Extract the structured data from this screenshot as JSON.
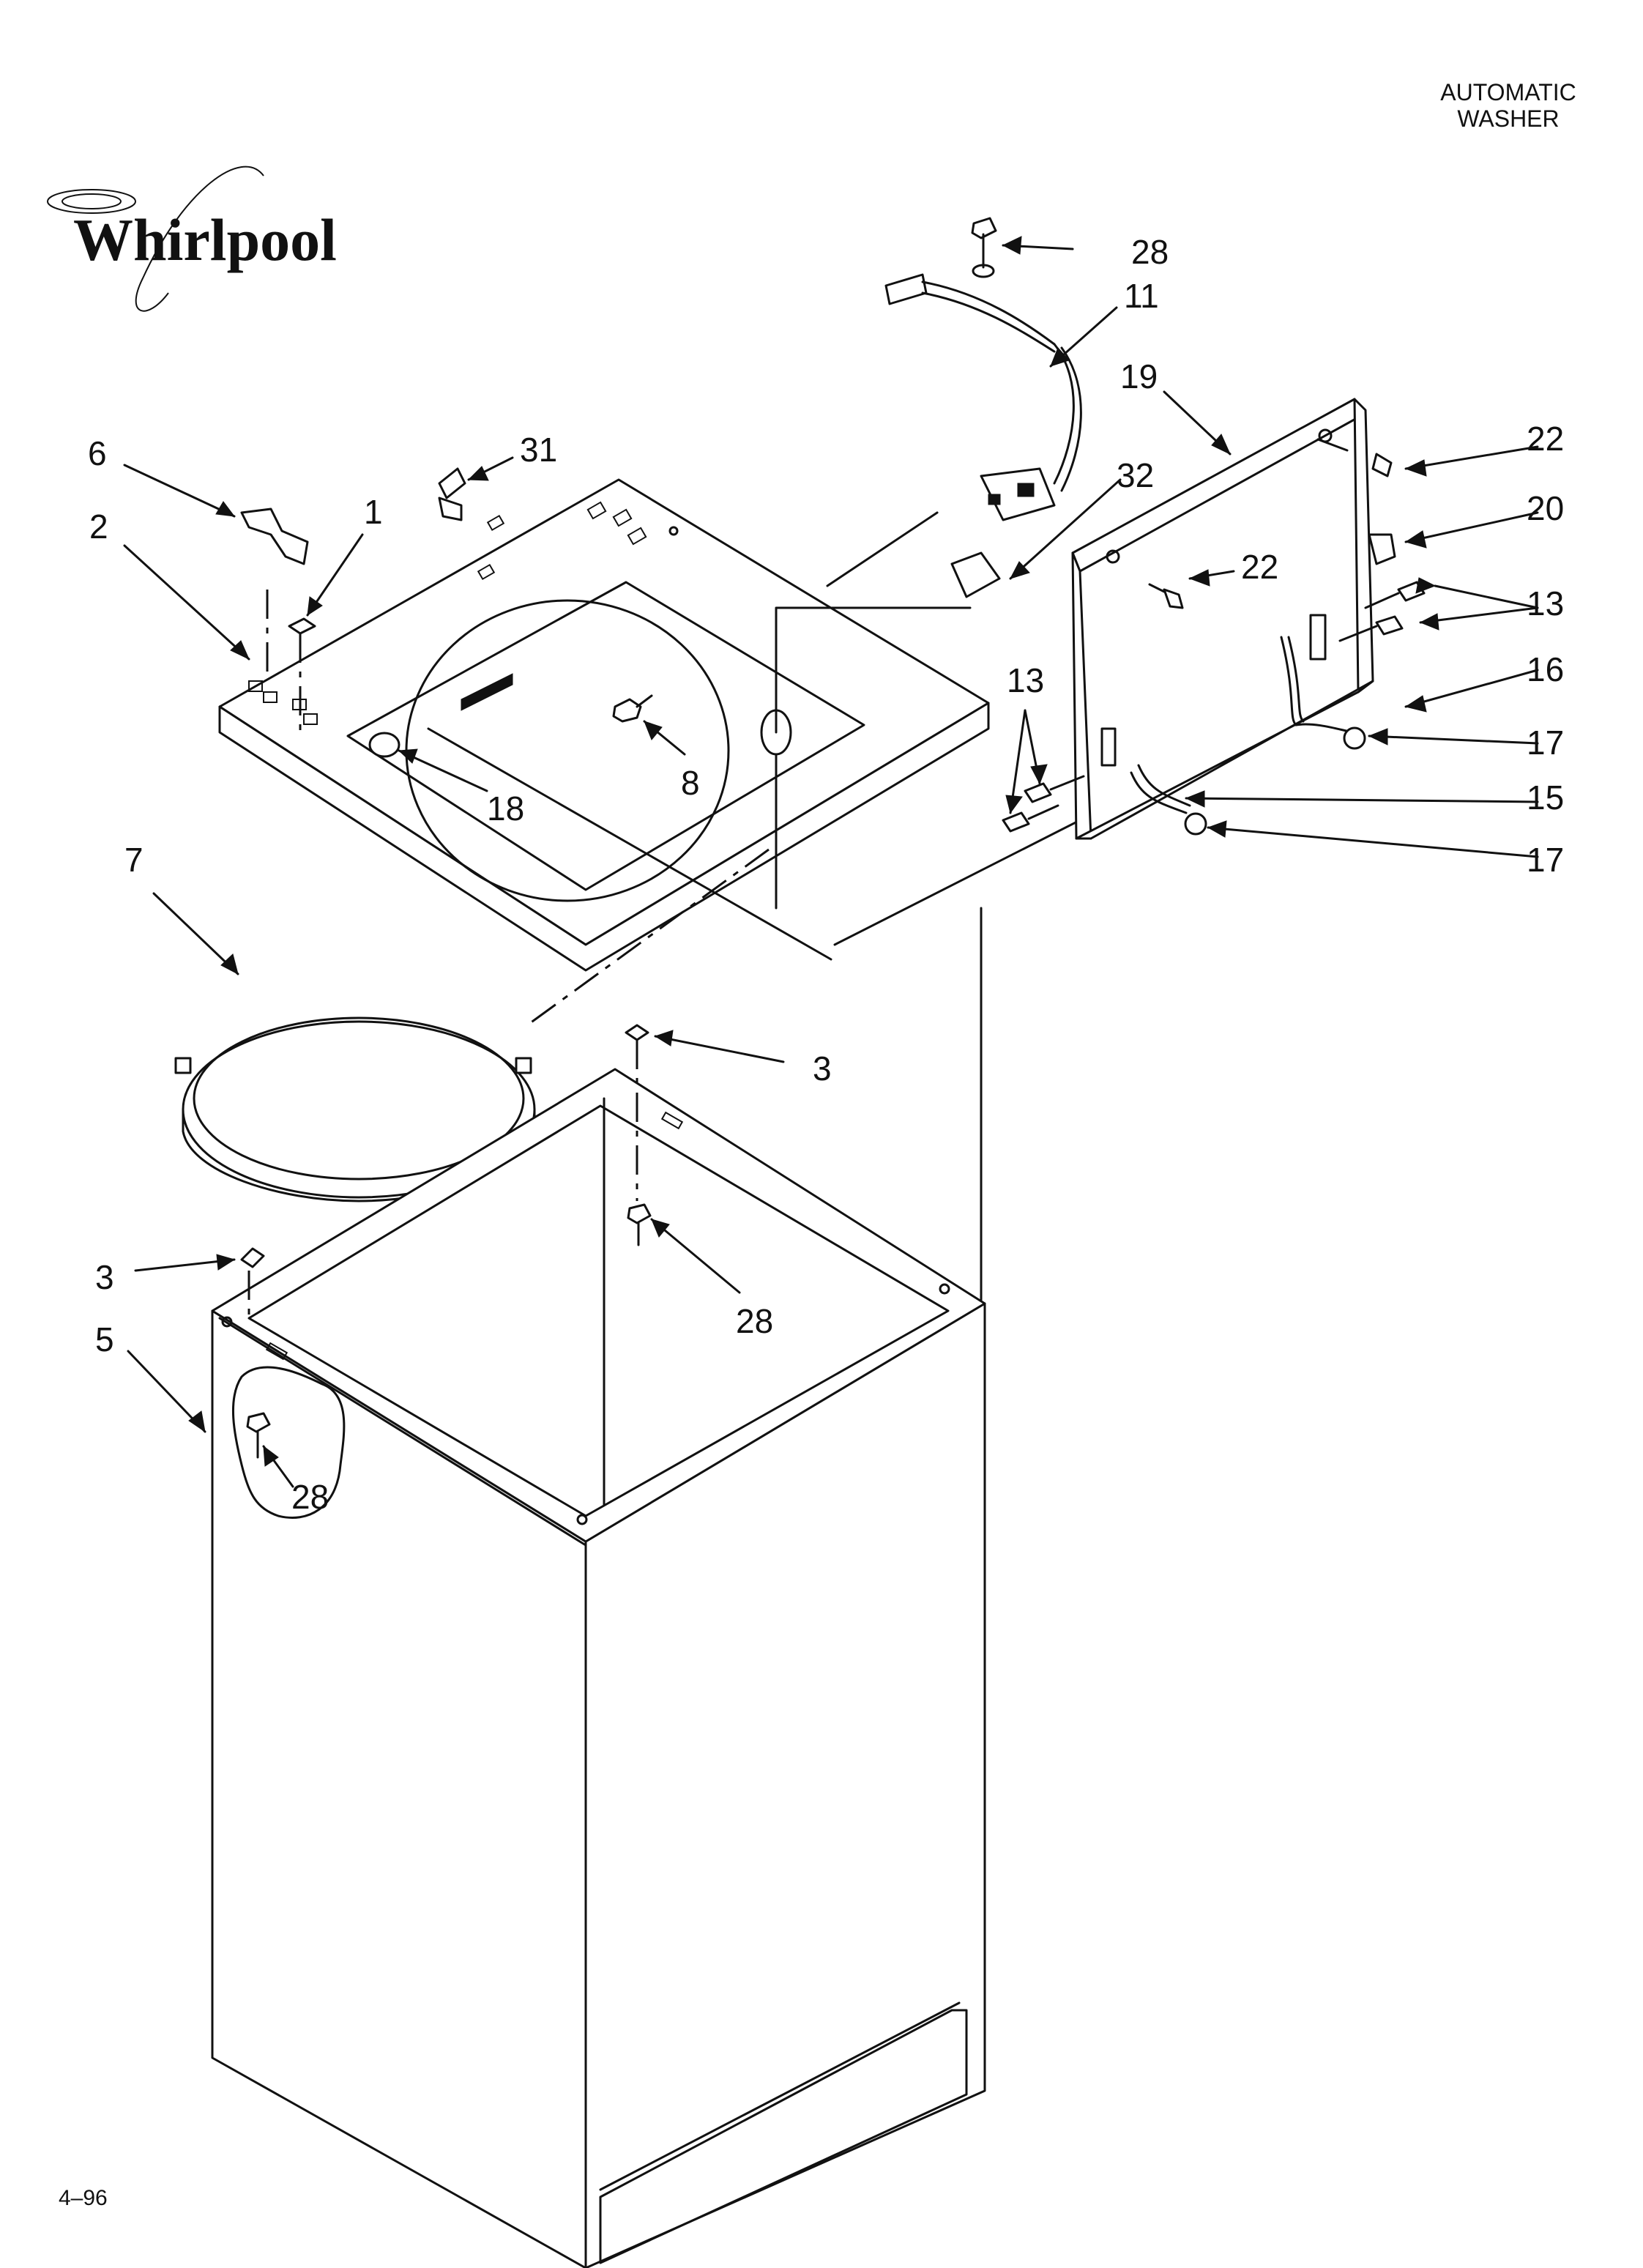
{
  "header": {
    "line1": "AUTOMATIC",
    "line2": "WASHER"
  },
  "brand": {
    "logo_text": "Whirlpool"
  },
  "footer": {
    "code": "4–96"
  },
  "callouts": {
    "c1": "1",
    "c2": "2",
    "c3a": "3",
    "c3b": "3",
    "c5": "5",
    "c6": "6",
    "c7": "7",
    "c8": "8",
    "c11": "11",
    "c13a": "13",
    "c13b": "13",
    "c15": "15",
    "c16": "16",
    "c17a": "17",
    "c17b": "17",
    "c18": "18",
    "c19": "19",
    "c20": "20",
    "c22a": "22",
    "c22b": "22",
    "c28a": "28",
    "c28b": "28",
    "c28c": "28",
    "c31": "31",
    "c32": "32"
  }
}
